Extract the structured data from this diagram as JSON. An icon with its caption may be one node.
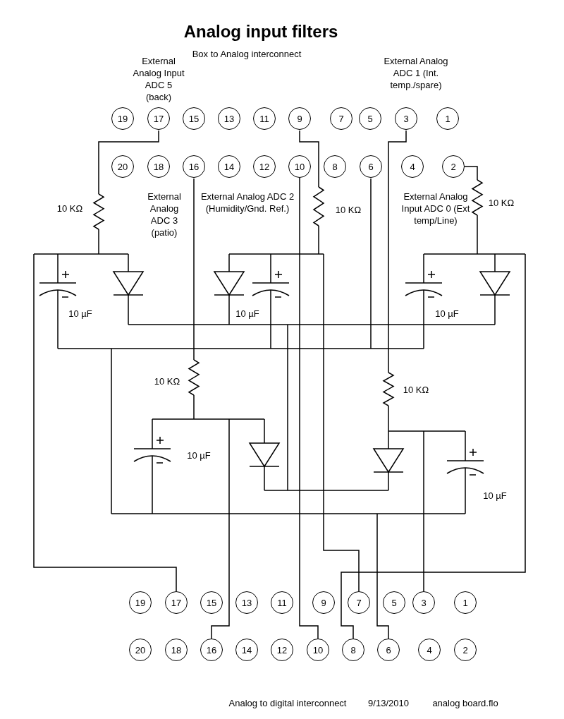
{
  "diagram": {
    "title": "Analog input filters",
    "nodes": [
      {
        "text": [
          "19"
        ]
      },
      {
        "text": [
          "17"
        ]
      },
      {
        "text": [
          "15"
        ]
      },
      {
        "text": [
          "13"
        ]
      },
      {
        "text": [
          "11"
        ]
      },
      {
        "text": [
          "9"
        ]
      },
      {
        "text": [
          "7"
        ]
      },
      {
        "text": [
          "5"
        ]
      },
      {
        "text": [
          "3"
        ]
      },
      {
        "text": [
          "1"
        ]
      },
      {
        "text": [
          "20"
        ]
      },
      {
        "text": [
          "18"
        ]
      },
      {
        "text": [
          "16"
        ]
      },
      {
        "text": [
          "14"
        ]
      },
      {
        "text": [
          "12"
        ]
      },
      {
        "text": [
          "10"
        ]
      },
      {
        "text": [
          "8"
        ]
      },
      {
        "text": [
          "6"
        ]
      },
      {
        "text": [
          "4"
        ]
      },
      {
        "text": [
          "2"
        ]
      },
      {
        "text": [
          "19"
        ]
      },
      {
        "text": [
          "17"
        ]
      },
      {
        "text": [
          "15"
        ]
      },
      {
        "text": [
          "13"
        ]
      },
      {
        "text": [
          "11"
        ]
      },
      {
        "text": [
          "9"
        ]
      },
      {
        "text": [
          "7"
        ]
      },
      {
        "text": [
          "5"
        ]
      },
      {
        "text": [
          "3"
        ]
      },
      {
        "text": [
          "1"
        ]
      },
      {
        "text": [
          "20"
        ]
      },
      {
        "text": [
          "18"
        ]
      },
      {
        "text": [
          "16"
        ]
      },
      {
        "text": [
          "14"
        ]
      },
      {
        "text": [
          "12"
        ]
      },
      {
        "text": [
          "10"
        ]
      },
      {
        "text": [
          "8"
        ]
      },
      {
        "text": [
          "6"
        ]
      },
      {
        "text": [
          "4"
        ]
      },
      {
        "text": [
          "2"
        ]
      }
    ],
    "edges": [
      {
        "from": 15,
        "to": 35,
        "arrow": "none"
      }
    ],
    "labels": [
      "Box to Analog interconnect",
      "External Analog Input ADC 5 (back)",
      "External Analog ADC 1 (Int. temp./spare)",
      "10 KΩ",
      "External Analog ADC 3 (patio)",
      "External Analog ADC 2 (Humidity/Gnd. Ref.)",
      "10 KΩ",
      "External Analog Input ADC 0 (Ext temp/Line)",
      "10 KΩ",
      "10 µF",
      "10 µF",
      "10 µF",
      "10 KΩ",
      "10 KΩ",
      "10 µF",
      "10 µF",
      "Analog to digital interconnect",
      "9/13/2010",
      "analog board.flo"
    ]
  }
}
